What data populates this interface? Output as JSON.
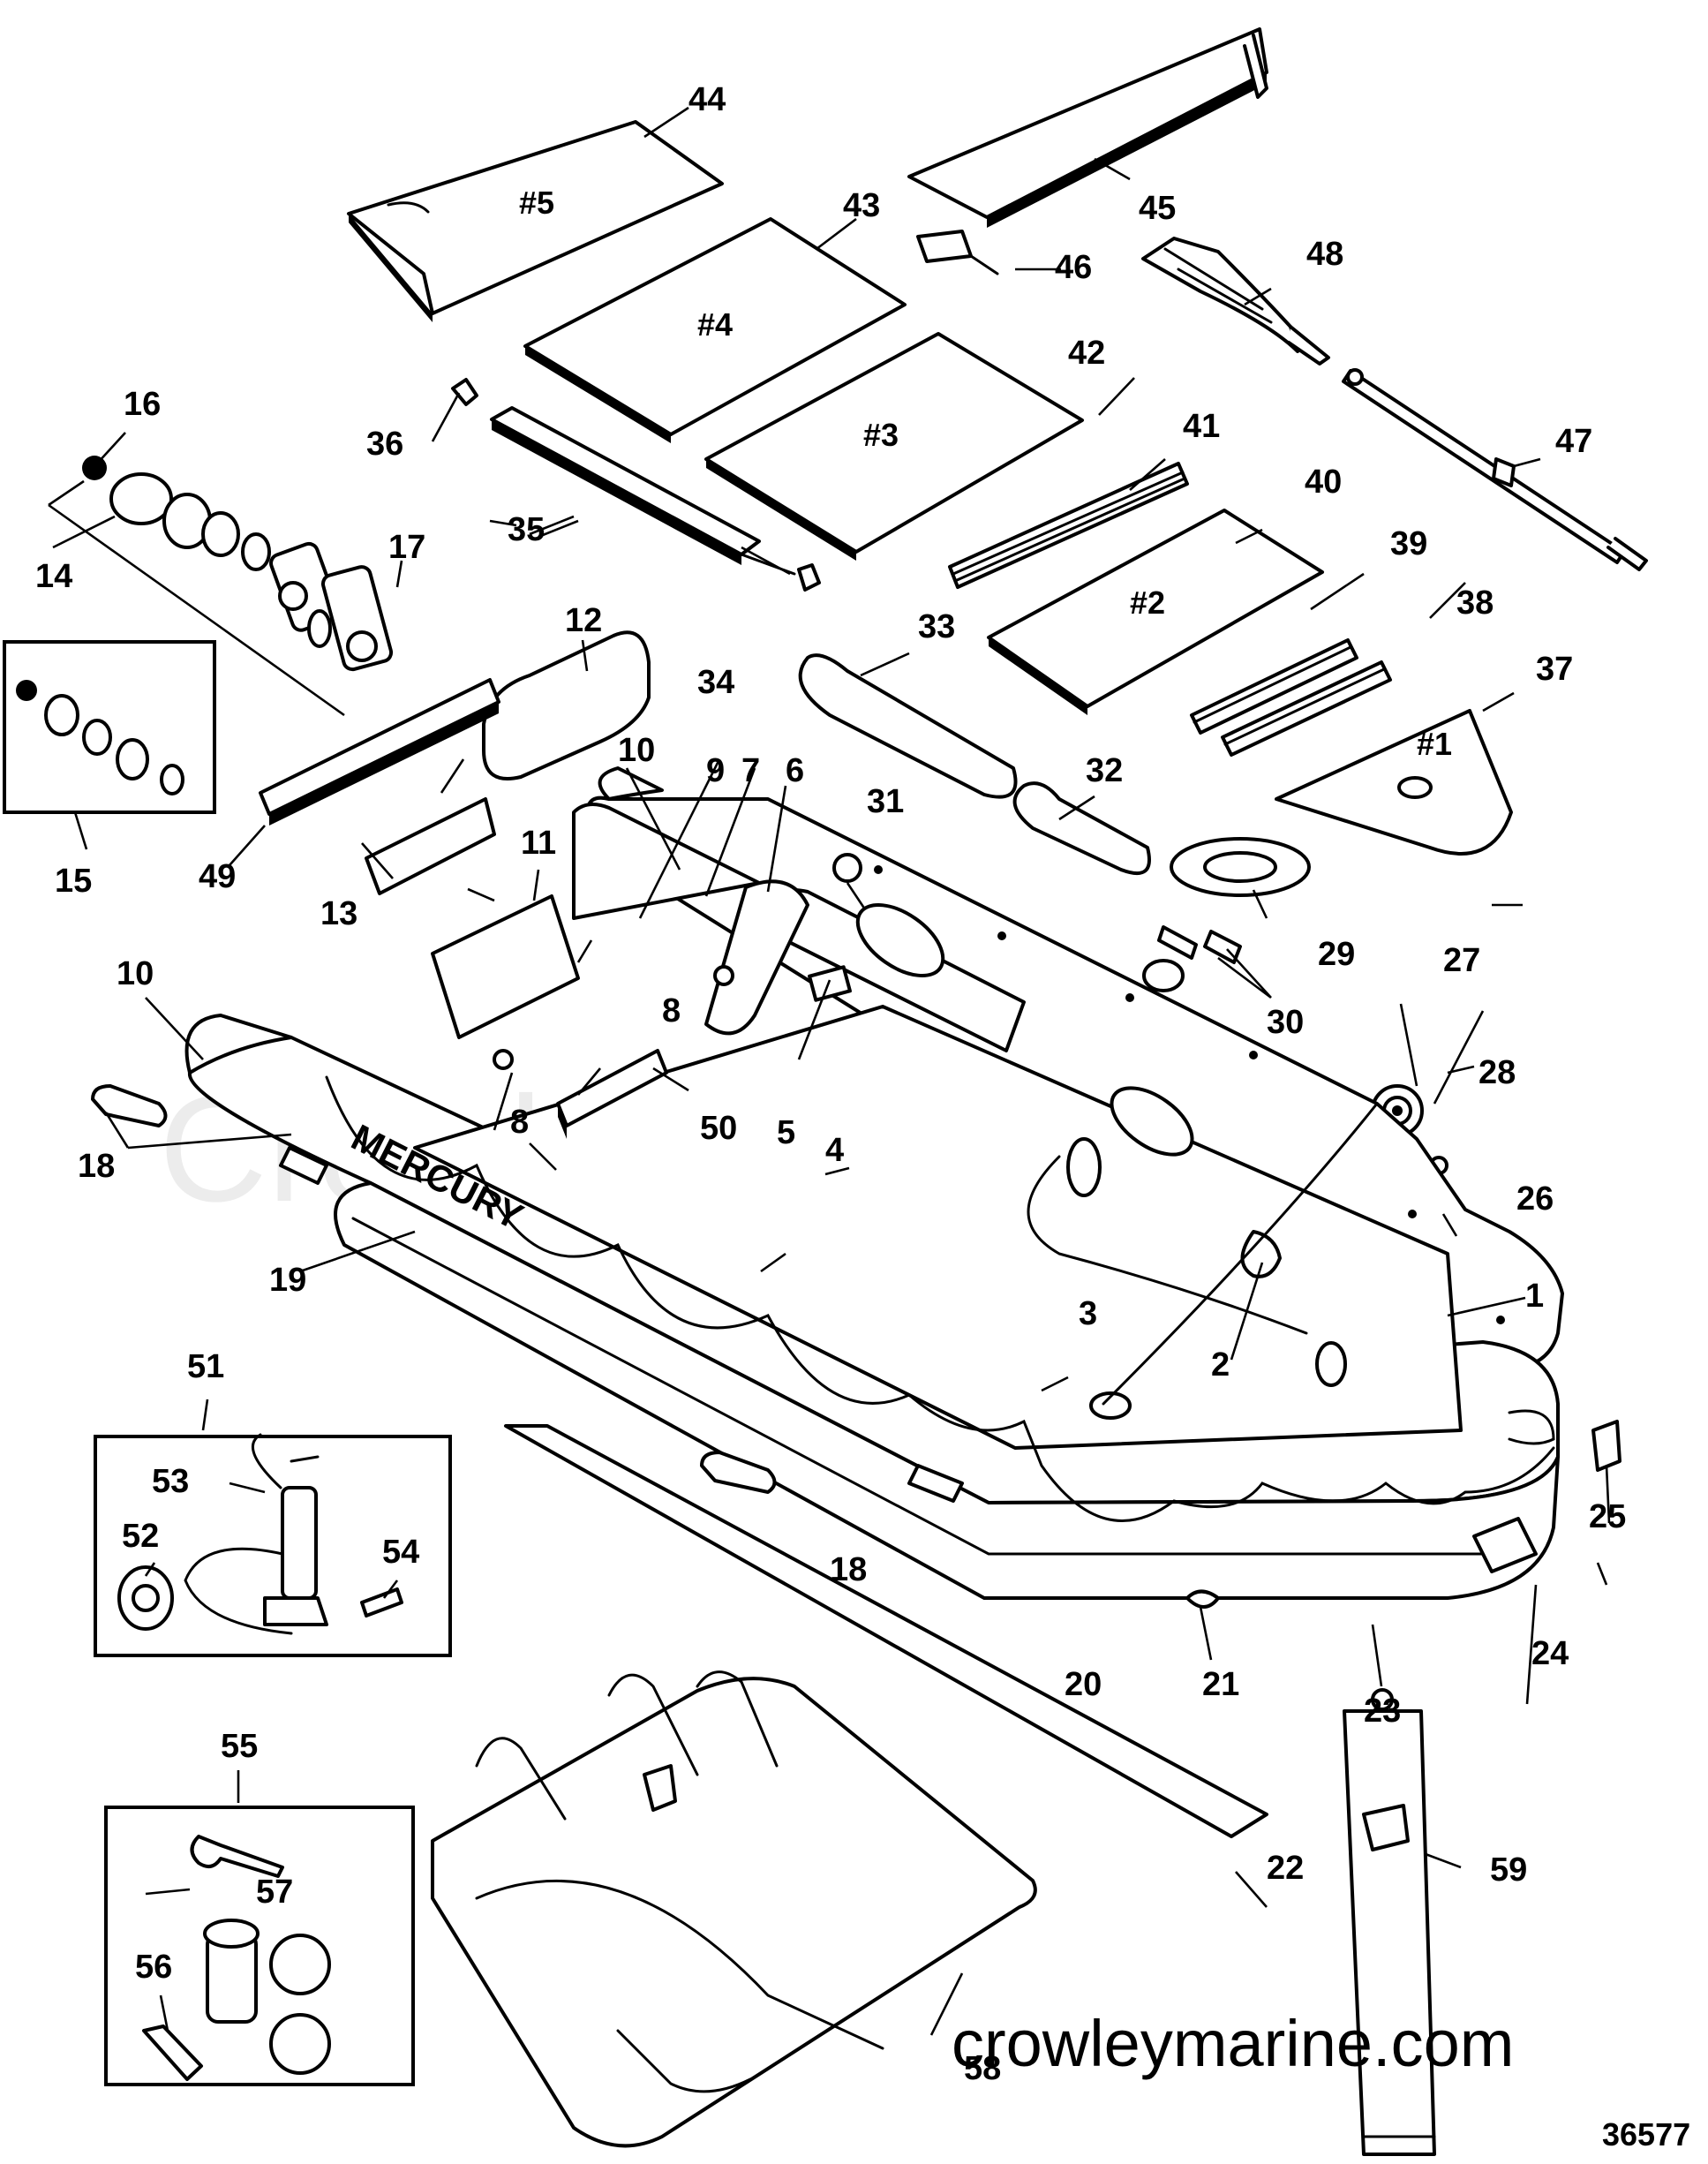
{
  "diagram": {
    "brand_on_boat": "MERCURY",
    "watermark": "Crowley Marine",
    "site": "crowleymarine.com",
    "diagram_id": "36577",
    "seats": {
      "s1": "#1",
      "s2": "#2",
      "s3": "#3",
      "s4": "#4",
      "s5": "#5"
    },
    "callouts": [
      "1",
      "2",
      "3",
      "4",
      "5",
      "6",
      "7",
      "8",
      "8",
      "9",
      "10",
      "10",
      "11",
      "12",
      "13",
      "14",
      "15",
      "16",
      "17",
      "18",
      "18",
      "19",
      "20",
      "21",
      "22",
      "23",
      "24",
      "25",
      "26",
      "27",
      "28",
      "29",
      "30",
      "31",
      "32",
      "33",
      "34",
      "35",
      "36",
      "37",
      "38",
      "39",
      "40",
      "41",
      "42",
      "43",
      "44",
      "45",
      "46",
      "47",
      "48",
      "49",
      "50",
      "51",
      "52",
      "53",
      "54",
      "55",
      "56",
      "57",
      "58",
      "59"
    ]
  }
}
